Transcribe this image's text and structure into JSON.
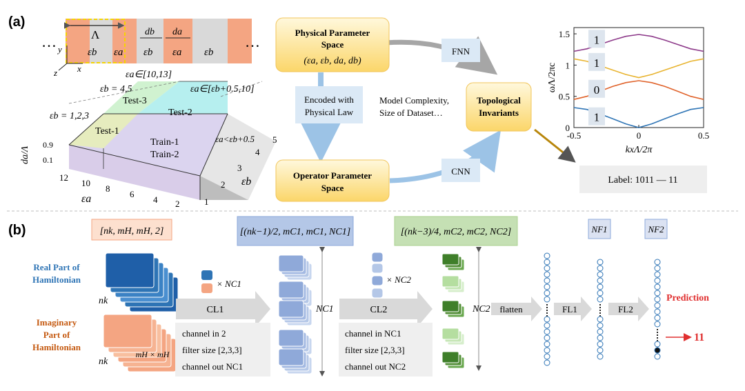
{
  "panel_a": {
    "tag": "(a)",
    "lattice": {
      "ellipsis_left": "…",
      "ellipsis_right": "…",
      "Lambda": "Λ",
      "eps_b": "εb",
      "eps_a": "εa",
      "d_b": "db",
      "d_a": "da",
      "axis_y": "y",
      "axis_z": "z",
      "axis_x": "x"
    },
    "dataset": {
      "eps_b_45": "εb = 4,5",
      "eps_b_123": "εb = 1,2,3",
      "eps_a_range1": "εa∈[10,13]",
      "eps_a_range2": "εa∈[εb+0.5,10]",
      "eps_a_lt": "εa<εb+0.5",
      "test1": "Test-1",
      "test2": "Test-2",
      "test3": "Test-3",
      "train1": "Train-1",
      "train2": "Train-2",
      "dz_label": "da/Λ",
      "dz_ticks": [
        "0.9",
        "0.1"
      ],
      "ea_label": "εa",
      "ea_ticks": [
        "12",
        "10",
        "8",
        "6",
        "4",
        "2"
      ],
      "eb_label": "εb",
      "eb_ticks": [
        "1",
        "2",
        "3",
        "4",
        "5"
      ]
    },
    "flow": {
      "physical_space_title": "Physical Parameter Space",
      "physical_space_vars": "(εa, εb, da, db)",
      "operator_space": "Operator Parameter Space",
      "topological": "Topological Invariants",
      "encoded": "Encoded with Physical Law",
      "fnn": "FNN",
      "cnn": "CNN",
      "complexity": "Model Complexity, Size of Dataset…"
    },
    "band_label": "Label: 1011 — 11",
    "chart_data": {
      "type": "line",
      "xlabel": "kxΛ/2π",
      "ylabel": "ωΛ/2πc",
      "xlim": [
        -0.5,
        0.5
      ],
      "ylim": [
        0,
        1.6
      ],
      "x_ticks": [
        "-0.5",
        "0",
        "0.5"
      ],
      "y_ticks": [
        "0",
        "0.5",
        "1",
        "1.5"
      ],
      "band_labels": [
        "1",
        "0",
        "1",
        "1"
      ],
      "colors": [
        "#2e74b5",
        "#e0622a",
        "#e8b32e",
        "#8d3a8a"
      ],
      "series": [
        {
          "x": [
            -0.5,
            -0.4,
            -0.3,
            -0.2,
            -0.1,
            0,
            0.1,
            0.2,
            0.3,
            0.4,
            0.5
          ],
          "values": [
            0.32,
            0.29,
            0.22,
            0.14,
            0.06,
            0.0,
            0.06,
            0.14,
            0.22,
            0.29,
            0.32
          ]
        },
        {
          "x": [
            -0.5,
            -0.4,
            -0.3,
            -0.2,
            -0.1,
            0,
            0.1,
            0.2,
            0.3,
            0.4,
            0.5
          ],
          "values": [
            0.45,
            0.5,
            0.58,
            0.66,
            0.72,
            0.75,
            0.72,
            0.66,
            0.58,
            0.5,
            0.45
          ]
        },
        {
          "x": [
            -0.5,
            -0.4,
            -0.3,
            -0.2,
            -0.1,
            0,
            0.1,
            0.2,
            0.3,
            0.4,
            0.5
          ],
          "values": [
            1.1,
            1.06,
            0.99,
            0.92,
            0.85,
            0.8,
            0.85,
            0.92,
            0.99,
            1.06,
            1.1
          ]
        },
        {
          "x": [
            -0.5,
            -0.4,
            -0.3,
            -0.2,
            -0.1,
            0,
            0.1,
            0.2,
            0.3,
            0.4,
            0.5
          ],
          "values": [
            1.22,
            1.26,
            1.33,
            1.4,
            1.46,
            1.49,
            1.46,
            1.4,
            1.33,
            1.26,
            1.22
          ]
        }
      ]
    }
  },
  "panel_b": {
    "tag": "(b)",
    "shape_in": "[nk, mH, mH, 2]",
    "shape_cl1": "[(nk−1)/2, mC1, mC1, NC1]",
    "shape_cl2": "[(nk−3)/4, mC2, mC2, NC2]",
    "nf1": "NF1",
    "nf2": "NF2",
    "real_part": "Real Part of Hamiltonian",
    "imag_part": "Imaginary Part of Hamiltonian",
    "nk": "nk",
    "mh": "mH × mH",
    "times_nc1": "× NC1",
    "times_nc2": "× NC2",
    "cl1": "CL1",
    "cl2": "CL2",
    "nc1": "NC1",
    "nc2": "NC2",
    "flatten": "flatten",
    "fl1": "FL1",
    "fl2": "FL2",
    "prediction": "Prediction",
    "pred_value": "11",
    "cl1_params": [
      "channel in  2",
      "filter size  [2,3,3]",
      "channel out  NC1"
    ],
    "cl2_params": [
      "channel in  NC1",
      "filter size  [2,3,3]",
      "channel out  NC2"
    ]
  }
}
